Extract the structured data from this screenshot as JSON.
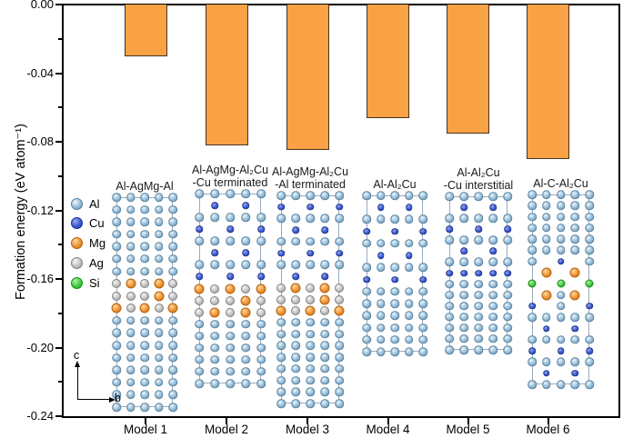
{
  "chart_data": {
    "type": "bar",
    "title": "",
    "categories": [
      "Model 1",
      "Model 2",
      "Model 3",
      "Model 4",
      "Model 5",
      "Model 6"
    ],
    "values": [
      -0.03,
      -0.082,
      -0.085,
      -0.066,
      -0.075,
      -0.09
    ],
    "xlabel": "",
    "ylabel": "Formation energy (eV atom⁻¹)",
    "ylim": [
      -0.24,
      0.0
    ],
    "ytick_labels": [
      "0.00",
      "-0.04",
      "-0.08",
      "-0.12",
      "-0.16",
      "-0.20",
      "-0.24"
    ],
    "minor_tick_step": 0.02,
    "bar_color": "#F9A145",
    "bar_edge_color": "#463524",
    "grid": false,
    "legend_position": "inside-left"
  },
  "atom_legend": {
    "items": [
      {
        "element": "Al",
        "color": "#8fb9d9"
      },
      {
        "element": "Cu",
        "color": "#2c4fc4"
      },
      {
        "element": "Mg",
        "color": "#ec8b2d"
      },
      {
        "element": "Ag",
        "color": "#bcbcbc"
      },
      {
        "element": "Si",
        "color": "#35c435"
      }
    ]
  },
  "axes_indicator": {
    "vertical_label": "c",
    "horizontal_label": "b"
  },
  "structures": [
    {
      "label_lines": [
        "Al-AgMg-Al"
      ],
      "rows": [
        "AAAAA",
        "AAAAA",
        "AAAAA",
        "AAAAA",
        "AAAAA",
        "AAAAA",
        "AAAAA",
        "GMGMG",
        "GGGMG",
        "MGMGM",
        "AAAAA",
        "AAAAA",
        "AAAAA",
        "AAAAA",
        "AAAAA",
        "AAAAA",
        "AAAAA",
        "AAAAA"
      ]
    },
    {
      "label_lines": [
        "Al-AgMg-Al₂Cu",
        "-Cu terminated"
      ],
      "rows": [
        "AAAAA",
        ".C.C.",
        "AAAAA",
        "C.C.C",
        "AAAAA",
        ".C.C.",
        "AAAAA",
        "C.C.C",
        "MGMGM",
        "GGGMG",
        "GMGMG",
        "AAAAA",
        "AAAAA",
        "AAAAA",
        "AAAAA",
        "AAAAA",
        "AAAAA"
      ]
    },
    {
      "label_lines": [
        "Al-AgMg-Al₂Cu",
        "-Al terminated"
      ],
      "rows": [
        "AAAAA",
        "C.C.C",
        "AAAAA",
        ".C.C.",
        "AAAAA",
        "C.C.C",
        "AAAAA",
        ".C.C.",
        "GMGMG",
        "GGGMG",
        "MGMGM",
        "AAAAA",
        "AAAAA",
        "AAAAA",
        "AAAAA",
        "AAAAA",
        "AAAAA",
        "AAAAA",
        "AAAAA"
      ]
    },
    {
      "label_lines": [
        "Al-Al₂Cu"
      ],
      "rows": [
        "AAAAA",
        ".C.C.",
        "AAAAA",
        "C.C.C",
        "AAAAA",
        ".C.C.",
        "AAAAA",
        "C.C.C",
        "AAAAA",
        "AAAAA",
        "AAAAA",
        "AAAAA",
        "AAAAA",
        "AAAAA"
      ]
    },
    {
      "label_lines": [
        "Al-Al₂Cu",
        "-Cu interstitial"
      ],
      "rows": [
        "AAAAA",
        ".C.C.",
        "AAAAA",
        "C.C.C",
        "AAAAA",
        ".C.C.",
        "AAAAA",
        "CCCCC",
        "AAAAA",
        "AAAAA",
        "AAAAA",
        "AAAAA",
        "AAAAA",
        "AAAAA",
        "AAAAA"
      ]
    },
    {
      "label_lines": [
        "Al-C-Al₂Cu"
      ],
      "rows": [
        "AAAAA",
        "AAAAA",
        "AAAAA",
        "AAAAA",
        "AAAAA",
        "AAAAA",
        "A.C.A",
        ".M.M.",
        "S.S.S",
        ".MAM.",
        "C.A.C",
        "AAAAA",
        ".C.C.",
        "AAAAA",
        "C.C.C",
        "AAAAA",
        ".C.C.",
        "AAAAA"
      ]
    }
  ]
}
